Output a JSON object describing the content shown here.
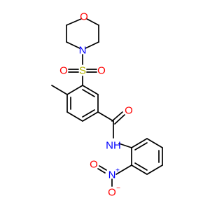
{
  "colors": {
    "bond": "#000000",
    "oxygen": "#ff0000",
    "nitrogen": "#0000ff",
    "sulfur": "#b2b200",
    "background": "#ffffff"
  },
  "atoms": {
    "morpholine_oxygen": "O",
    "morpholine_nitrogen": "N",
    "sulfonyl_sulfur": "S",
    "sulfonyl_oxygen_left": "O",
    "sulfonyl_oxygen_right": "O",
    "carbonyl_oxygen": "O",
    "amide_nh": "NH",
    "nitro_nitrogen": "N",
    "nitro_nitrogen_charge": "+",
    "nitro_oxygen_single": "O",
    "nitro_oxygen_single_charge": "−",
    "nitro_oxygen_double": "O"
  }
}
